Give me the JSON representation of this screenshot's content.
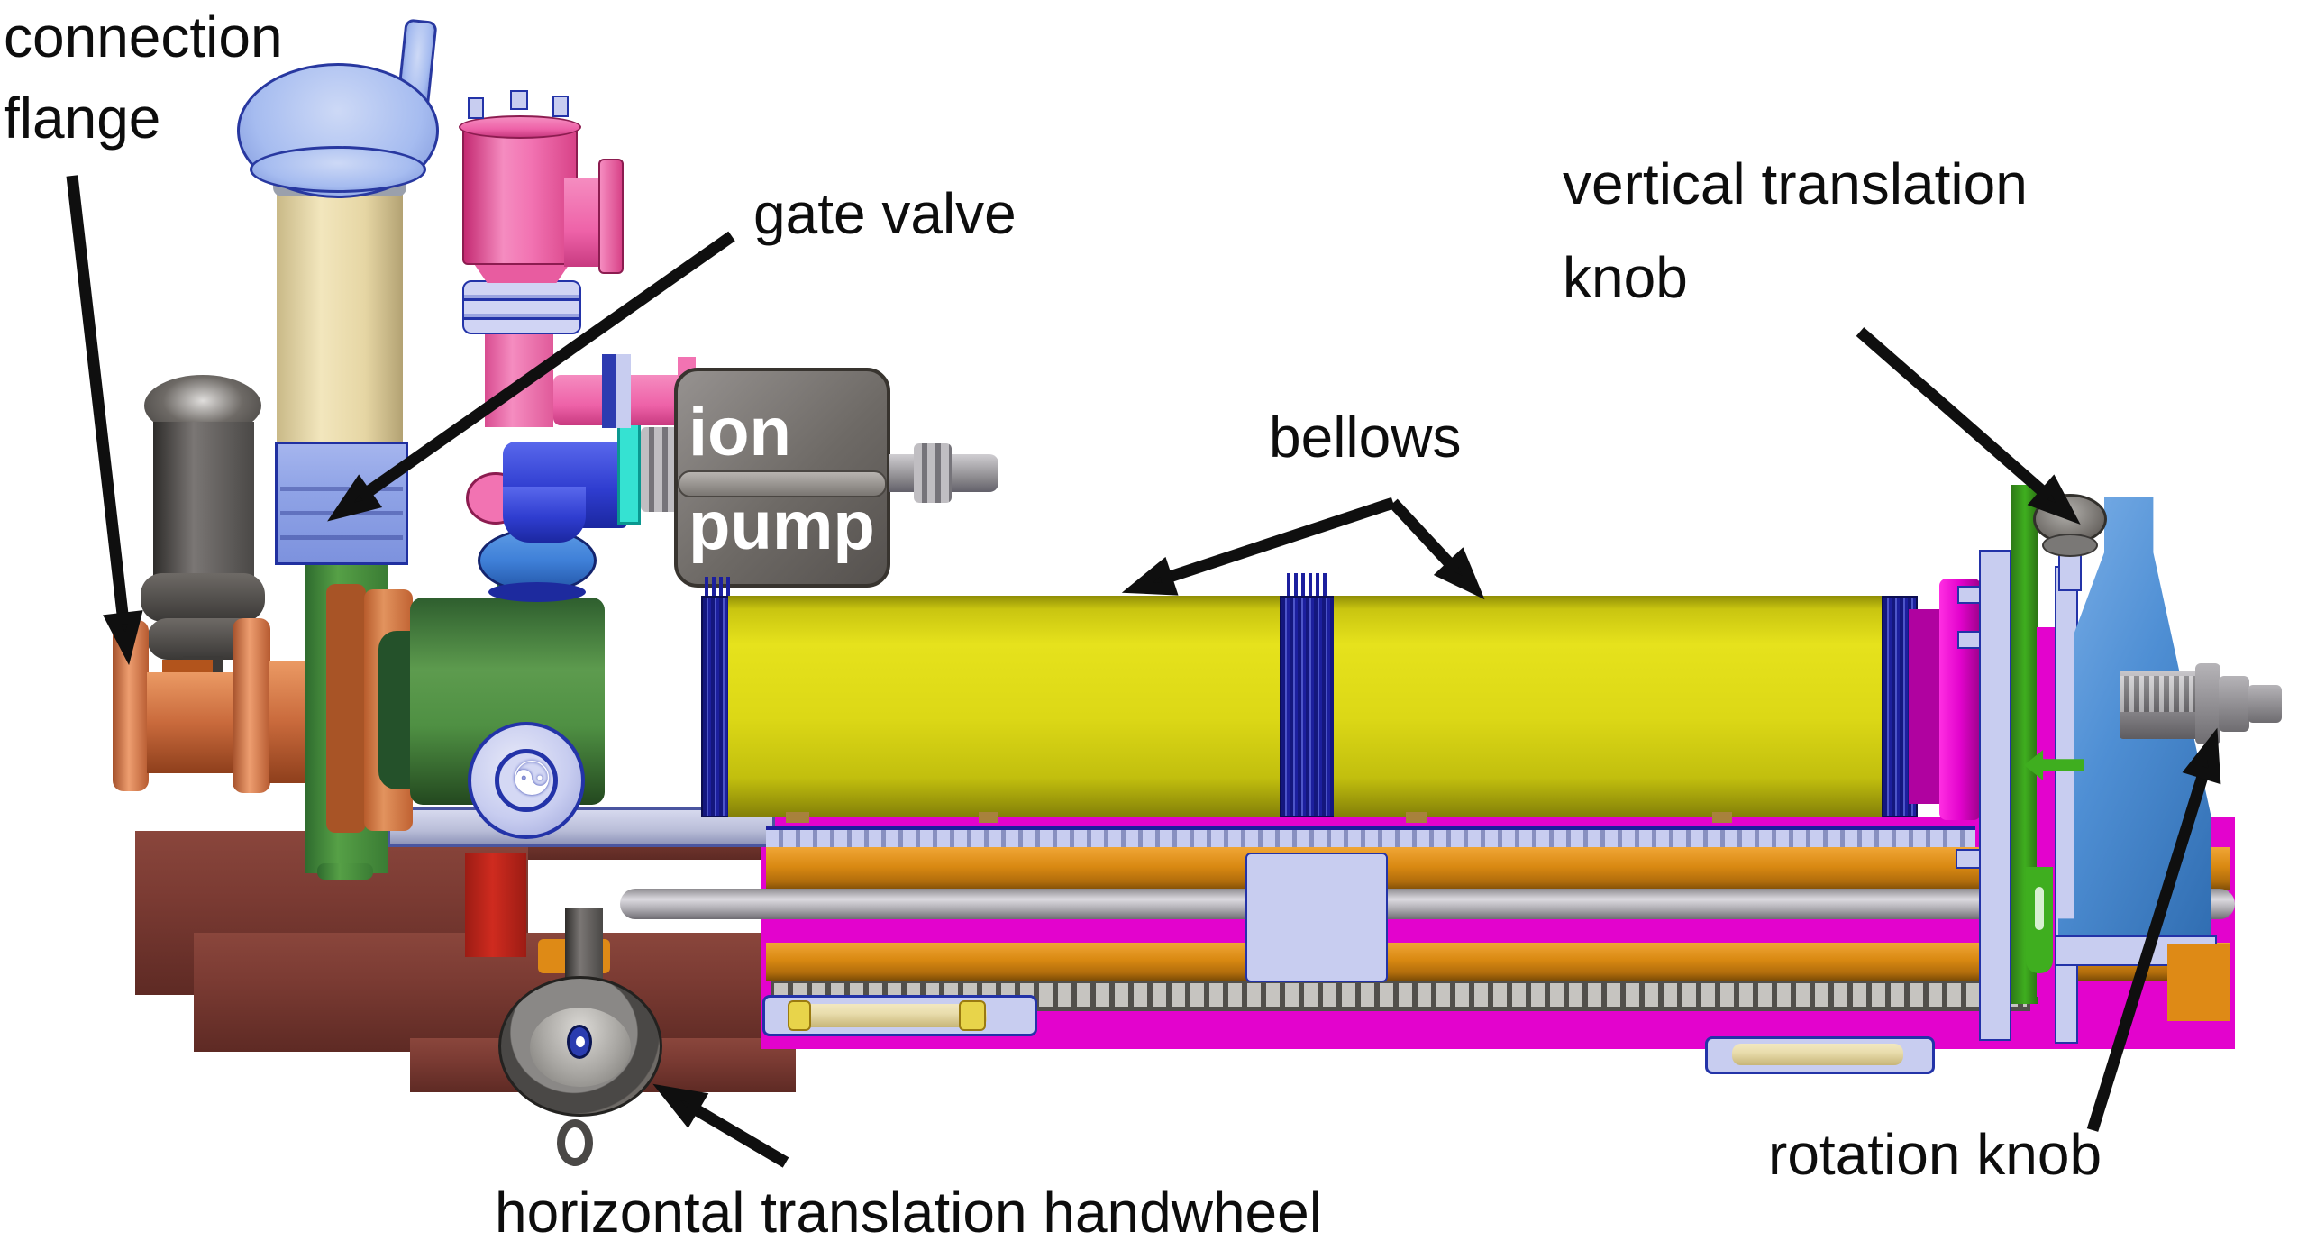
{
  "figure": {
    "type": "labeled CAD assembly diagram of a beamline vacuum manipulator",
    "background": "#ffffff"
  },
  "labels": {
    "connection_flange_line1": "connection",
    "connection_flange_line2": "flange",
    "gate_valve": "gate valve",
    "ion_pump_line1": "ion",
    "ion_pump_line2": "pump",
    "bellows": "bellows",
    "vertical_translation_line1": "vertical translation",
    "vertical_translation_line2": "knob",
    "rotation_knob": "rotation knob",
    "horizontal_translation_handwheel": "horizontal translation handwheel"
  },
  "colors": {
    "yellow": "#d8d414",
    "blueDark": "#1c1f9e",
    "magenta": "#e303cd",
    "orangeRail": "#de8a16",
    "copper": "#c96a3c",
    "rust": "#b2541c",
    "maroon": "#7b3b33",
    "red": "#cf2b1f",
    "greenChamber": "#4f9043",
    "greenBright": "#3fae1f",
    "blueLight": "#93a7e8",
    "bluePale": "#a8bcf0",
    "tan": "#ead9a8",
    "pink": "#f273b2",
    "pinkDark": "#8c1c50",
    "lavender": "#c8cdf0",
    "lavenderEdge": "#2333a8",
    "blueVivid": "#2f3dd0",
    "blueMid": "#3f80d8",
    "cyan": "#35e2d2",
    "grayPump": "#6e6a66",
    "grayLight": "#b4b2b6",
    "grayDark": "#4a4846",
    "blueBracket": "#4f8fd4",
    "baseGray": "#b9bdd8",
    "labelText": "#0d0d0d",
    "ionPumpText": "#ffffff"
  }
}
